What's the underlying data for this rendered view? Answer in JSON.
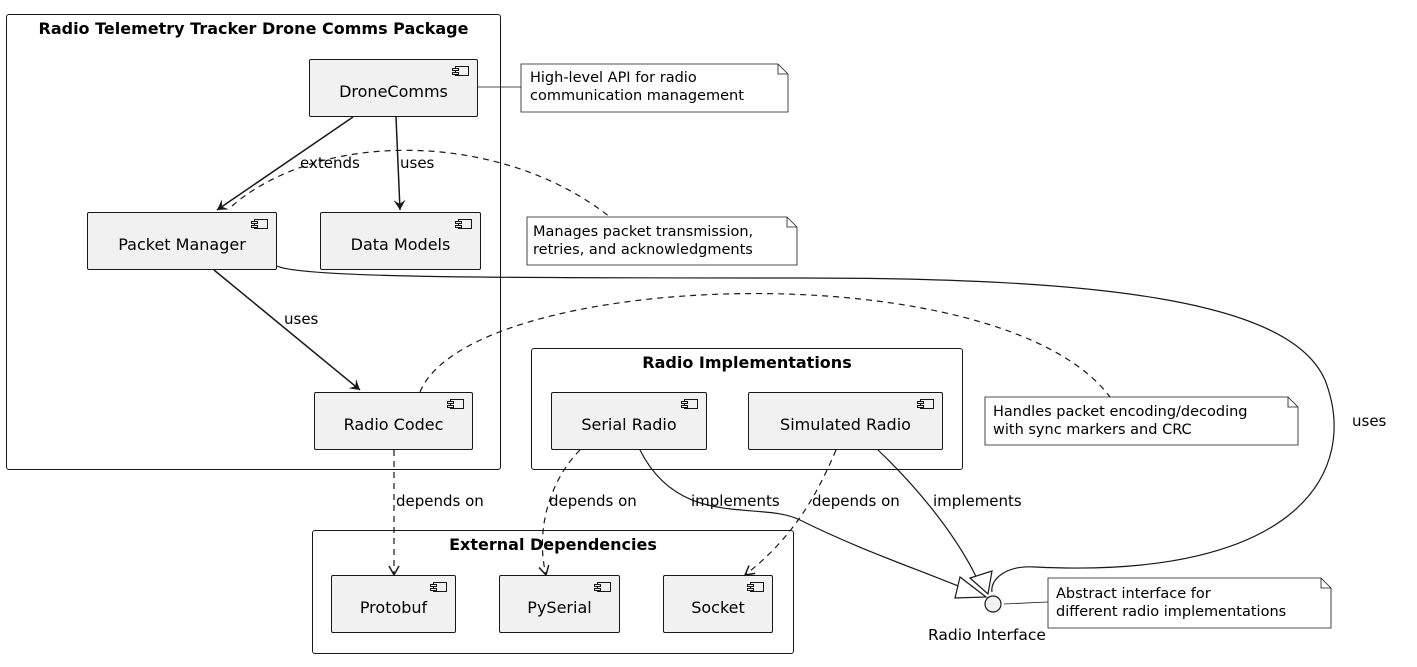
{
  "packages": {
    "drone_comms": {
      "title": "Radio Telemetry Tracker Drone Comms Package"
    },
    "radio_impl": {
      "title": "Radio Implementations"
    },
    "external": {
      "title": "External Dependencies"
    }
  },
  "components": {
    "drone_comms": "DroneComms",
    "packet_manager": "Packet Manager",
    "data_models": "Data Models",
    "radio_codec": "Radio Codec",
    "serial_radio": "Serial Radio",
    "simulated_radio": "Simulated Radio",
    "protobuf": "Protobuf",
    "pyserial": "PySerial",
    "socket": "Socket"
  },
  "interface": {
    "label": "Radio Interface"
  },
  "notes": {
    "drone_comms": "High-level API for radio\ncommunication management",
    "packet_manager": "Manages packet transmission,\nretries, and acknowledgments",
    "radio_codec": "Handles packet encoding/decoding\nwith sync markers and CRC",
    "radio_interface": "Abstract interface for\ndifferent radio implementations"
  },
  "edges": {
    "dronecomms_packetmanager": "extends",
    "dronecomms_datamodels": "uses",
    "packetmanager_radiocodec": "uses",
    "radiocodec_protobuf": "depends on",
    "serial_pyserial": "depends on",
    "serial_interface": "implements",
    "simulated_socket": "depends on",
    "simulated_interface": "implements",
    "interface_packetmanager": "uses"
  }
}
